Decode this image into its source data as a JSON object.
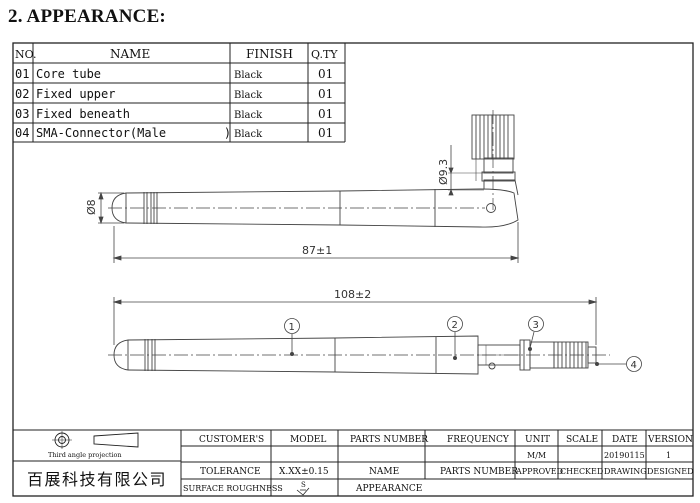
{
  "heading": "2. APPEARANCE:",
  "bom": {
    "headers": [
      "NO.",
      "NAME",
      "FINISH",
      "Q.TY"
    ],
    "rows": [
      {
        "no": "01",
        "name": "Core tube",
        "finish": "Black",
        "qty": "01"
      },
      {
        "no": "02",
        "name": "Fixed upper",
        "finish": "Black",
        "qty": "01"
      },
      {
        "no": "03",
        "name": "Fixed beneath",
        "finish": "Black",
        "qty": "01"
      },
      {
        "no": "04",
        "name": "SMA-Connector(Male        )",
        "finish": "Black",
        "qty": "01"
      }
    ]
  },
  "dimensions": {
    "diameter_body": "Ø8",
    "diameter_connector": "Ø9.3",
    "length_side": "87±1",
    "length_total": "108±2"
  },
  "callouts": [
    "1",
    "2",
    "3",
    "4"
  ],
  "title_block": {
    "projection_label": "Third angle projection",
    "company": "百展科技有限公司",
    "row1": [
      "CUSTOMER'S",
      "MODEL",
      "PARTS NUMBER",
      "FREQUENCY",
      "UNIT",
      "SCALE",
      "DATE",
      "VERSION"
    ],
    "row2": [
      "",
      "",
      "",
      "",
      "M/M",
      "",
      "20190115",
      "1"
    ],
    "row3": [
      "TOLERANCE",
      "X.XX±0.15",
      "NAME",
      "PARTS NUMBER",
      "APPROVED",
      "CHECKED",
      "DRAWING",
      "DESIGNED"
    ],
    "row4_label": "SURFACE ROUGHNESS",
    "roughness_symbol": "S",
    "name_value": "APPEARANCE"
  }
}
